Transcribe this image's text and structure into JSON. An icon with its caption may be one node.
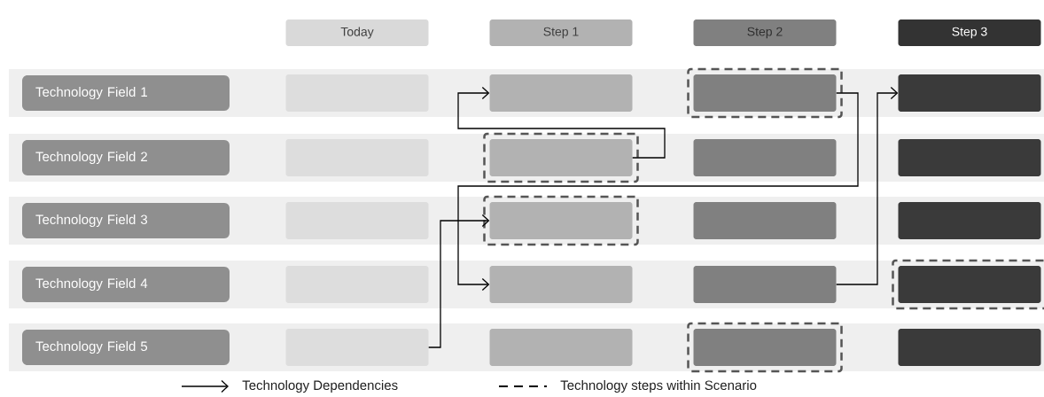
{
  "diagram": {
    "nodes": [
      {
        "text": [
          "Today"
        ]
      },
      {
        "text": [
          "Step 1"
        ]
      },
      {
        "text": [
          "Step 2"
        ]
      },
      {
        "text": [
          "Step 3"
        ]
      },
      {
        "text": [
          "Technology Field 1"
        ]
      },
      {
        "text": [],
        "shape": "box"
      },
      {
        "text": [],
        "shape": "box"
      },
      {
        "text": [],
        "shape": "box"
      },
      {
        "text": [],
        "shape": "box",
        "in": 7
      },
      {
        "text": [],
        "shape": "box"
      },
      {
        "text": [
          "Technology Field 2"
        ]
      },
      {
        "text": [],
        "shape": "box"
      },
      {
        "text": [],
        "shape": "box"
      },
      {
        "text": [],
        "shape": "box",
        "in": 12
      },
      {
        "text": [],
        "shape": "box"
      },
      {
        "text": [],
        "shape": "box"
      },
      {
        "text": [
          "Technology Field 3"
        ]
      },
      {
        "text": [],
        "shape": "box"
      },
      {
        "text": [],
        "shape": "box"
      },
      {
        "text": [],
        "shape": "box",
        "in": 18
      },
      {
        "text": [],
        "shape": "box"
      },
      {
        "text": [],
        "shape": "box"
      },
      {
        "text": [
          "Technology Field 4"
        ]
      },
      {
        "text": [],
        "shape": "box"
      },
      {
        "text": [],
        "shape": "box"
      },
      {
        "text": [],
        "shape": "box"
      },
      {
        "text": [],
        "shape": "box"
      },
      {
        "text": [],
        "shape": "box",
        "in": 26
      },
      {
        "text": [
          "Technology Field 5"
        ]
      },
      {
        "text": [],
        "shape": "box"
      },
      {
        "text": [],
        "shape": "box"
      },
      {
        "text": [],
        "shape": "box"
      },
      {
        "text": [],
        "shape": "box",
        "in": 31
      },
      {
        "text": [],
        "shape": "box"
      }
    ],
    "edges": [
      {
        "from": 13,
        "to": 6,
        "arrow": "to"
      },
      {
        "from": 8,
        "to": 24,
        "arrow": "to"
      },
      {
        "from": 29,
        "to": 19,
        "arrow": "to"
      },
      {
        "from": 25,
        "to": 9,
        "arrow": "to"
      }
    ],
    "legend": [
      {
        "text": "Technology Dependencies"
      },
      {
        "text": "Technology steps  within Scenario"
      }
    ]
  }
}
